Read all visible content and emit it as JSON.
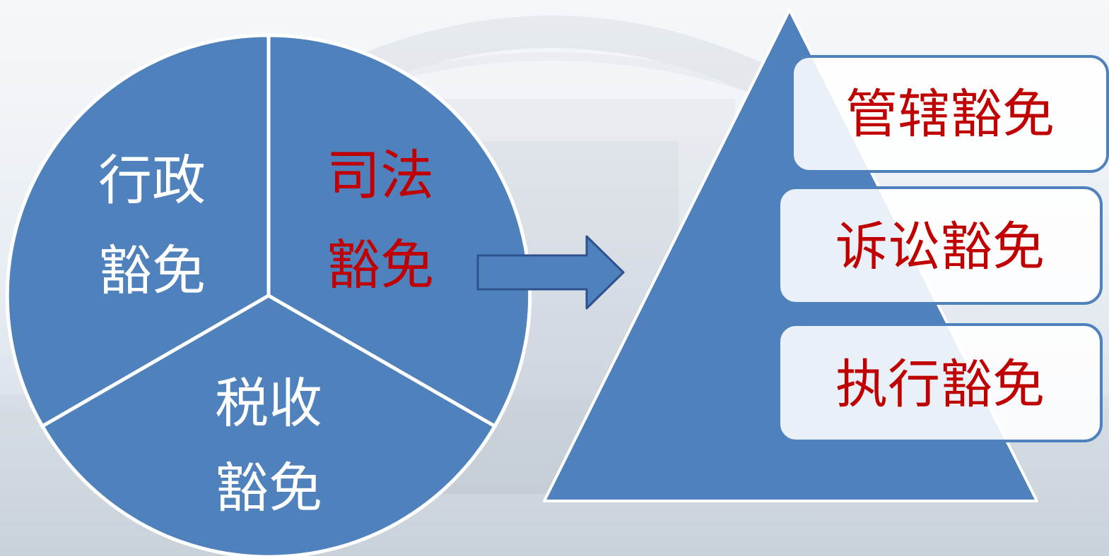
{
  "colors": {
    "segment_fill": "#4f81bd",
    "segment_stroke": "#ffffff",
    "white_text": "#ffffff",
    "red_text": "#c00000",
    "arrow_fill": "#4f81bd",
    "arrow_stroke": "#2f528f",
    "triangle_fill": "#4f81bd",
    "box_border": "#4f81bd"
  },
  "pie": {
    "segments": [
      {
        "line1": "行政",
        "line2": "豁免",
        "color": "white"
      },
      {
        "line1": "司法",
        "line2": "豁免",
        "color": "red"
      },
      {
        "line1": "税收",
        "line2": "豁免",
        "color": "white"
      }
    ]
  },
  "pyramid": {
    "boxes": [
      {
        "label": "管辖豁免"
      },
      {
        "label": "诉讼豁免"
      },
      {
        "label": "执行豁免"
      }
    ]
  }
}
